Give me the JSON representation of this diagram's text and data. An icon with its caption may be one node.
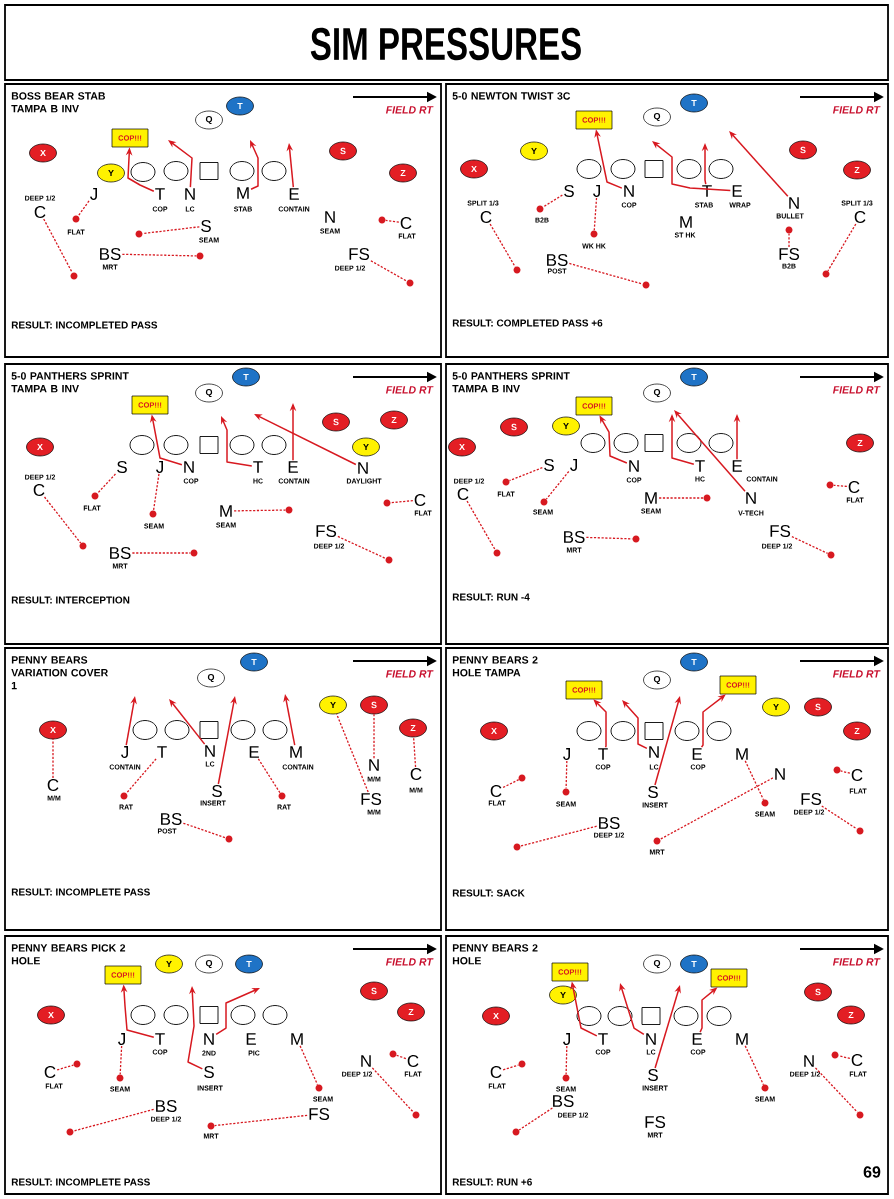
{
  "diagram": {
    "title": "SIM PRESSURES",
    "nodes": [
      {
        "text": [
          "BOSS BEAR STAB TAMPA B INV",
          "FIELD RT",
          "RESULT: INCOMPLETED PASS"
        ]
      },
      {
        "text": [
          "5-0 NEWTON TWIST 3C",
          "FIELD RT",
          "RESULT: COMPLETED PASS +6"
        ]
      },
      {
        "text": [
          "5-0 PANTHERS SPRINT TAMPA B INV",
          "FIELD RT",
          "RESULT: INTERCEPTION"
        ]
      },
      {
        "text": [
          "5-0 PANTHERS SPRINT TAMPA B INV",
          "FIELD RT",
          "RESULT: RUN -4"
        ]
      },
      {
        "text": [
          "PENNY BEARS VARIATION COVER 1",
          "FIELD RT",
          "RESULT: INCOMPLETE PASS"
        ]
      },
      {
        "text": [
          "PENNY BEARS 2 HOLE TAMPA",
          "FIELD RT",
          "RESULT: SACK"
        ]
      },
      {
        "text": [
          "PENNY BEARS PICK 2 HOLE",
          "FIELD RT",
          "RESULT: INCOMPLETE PASS"
        ]
      },
      {
        "text": [
          "PENNY BEARS 2 HOLE",
          "FIELD RT",
          "RESULT: RUN +6"
        ]
      },
      {
        "text": [
          "T"
        ],
        "in": 0
      },
      {
        "text": [
          "Q"
        ],
        "in": 0
      },
      {
        "text": [
          "COP!!!"
        ],
        "in": 0
      },
      {
        "text": [
          "X"
        ],
        "in": 0
      },
      {
        "text": [
          "S"
        ],
        "in": 0
      },
      {
        "text": [
          "Y"
        ],
        "in": 0
      },
      {
        "text": [],
        "shape": "ellipse",
        "in": 0
      },
      {
        "text": [],
        "shape": "ellipse",
        "in": 0
      },
      {
        "text": [],
        "shape": "box",
        "in": 0
      },
      {
        "text": [],
        "shape": "ellipse",
        "in": 0
      },
      {
        "text": [],
        "shape": "ellipse",
        "in": 0
      },
      {
        "text": [
          "Z"
        ],
        "in": 0
      },
      {
        "text": [
          "J"
        ],
        "in": 0
      },
      {
        "text": [
          "T"
        ],
        "beside": [
          "COP"
        ],
        "in": 0
      },
      {
        "text": [
          "N"
        ],
        "beside": [
          "LC"
        ],
        "in": 0
      },
      {
        "text": [
          "M"
        ],
        "beside": [
          "STAB"
        ],
        "in": 0
      },
      {
        "text": [
          "E"
        ],
        "beside": [
          "CONTAIN"
        ],
        "in": 0
      },
      {
        "text": [
          "C"
        ],
        "beside": [
          "DEEP 1/2"
        ],
        "in": 0
      },
      {
        "text": [],
        "shape": "dot",
        "beside": [
          "FLAT"
        ],
        "in": 0
      },
      {
        "text": [
          "N"
        ],
        "beside": [
          "SEAM"
        ],
        "in": 0
      },
      {
        "text": [],
        "shape": "dot",
        "in": 0
      },
      {
        "text": [
          "C"
        ],
        "beside": [
          "FLAT"
        ],
        "in": 0
      },
      {
        "text": [
          "S"
        ],
        "beside": [
          "SEAM"
        ],
        "in": 0
      },
      {
        "text": [],
        "shape": "dot",
        "in": 0
      },
      {
        "text": [
          "BS"
        ],
        "beside": [
          "MRT"
        ],
        "in": 0
      },
      {
        "text": [],
        "shape": "dot",
        "in": 0
      },
      {
        "text": [
          "FS"
        ],
        "beside": [
          "DEEP 1/2"
        ],
        "in": 0
      },
      {
        "text": [],
        "shape": "dot",
        "in": 0
      },
      {
        "text": [],
        "shape": "dot",
        "in": 0
      },
      {
        "text": [
          "T"
        ],
        "in": 1
      },
      {
        "text": [
          "Q"
        ],
        "in": 1
      },
      {
        "text": [
          "COP!!!"
        ],
        "in": 1
      },
      {
        "text": [
          "Y"
        ],
        "in": 1
      },
      {
        "text": [
          "S"
        ],
        "in": 1
      },
      {
        "text": [
          "X"
        ],
        "in": 1
      },
      {
        "text": [],
        "shape": "ellipse",
        "in": 1
      },
      {
        "text": [],
        "shape": "ellipse",
        "in": 1
      },
      {
        "text": [],
        "shape": "box",
        "in": 1
      },
      {
        "text": [],
        "shape": "ellipse",
        "in": 1
      },
      {
        "text": [],
        "shape": "ellipse",
        "in": 1
      },
      {
        "text": [
          "Z"
        ],
        "in": 1
      },
      {
        "text": [
          "S"
        ],
        "in": 1
      },
      {
        "text": [
          "J"
        ],
        "in": 1
      },
      {
        "text": [
          "N"
        ],
        "beside": [
          "COP"
        ],
        "in": 1
      },
      {
        "text": [
          "T"
        ],
        "beside": [
          "STAB"
        ],
        "in": 1
      },
      {
        "text": [
          "E"
        ],
        "beside": [
          "WRAP"
        ],
        "in": 1
      },
      {
        "text": [
          "N"
        ],
        "beside": [
          "BULLET"
        ],
        "in": 1
      },
      {
        "text": [
          "C"
        ],
        "beside": [
          "SPLIT 1/3"
        ],
        "in": 1
      },
      {
        "text": [
          "C"
        ],
        "beside": [
          "SPLIT 1/3"
        ],
        "in": 1
      },
      {
        "text": [],
        "shape": "dot",
        "beside": [
          "B2B"
        ],
        "in": 1
      },
      {
        "text": [
          "M"
        ],
        "beside": [
          "ST HK"
        ],
        "in": 1
      },
      {
        "text": [],
        "shape": "dot",
        "in": 1
      },
      {
        "text": [],
        "shape": "dot",
        "beside": [
          "WK HK"
        ],
        "in": 1
      },
      {
        "text": [
          "FS"
        ],
        "beside": [
          "B2B"
        ],
        "in": 1
      },
      {
        "text": [
          "BS"
        ],
        "beside": [
          "POST"
        ],
        "in": 1
      },
      {
        "text": [],
        "shape": "dot",
        "in": 1
      },
      {
        "text": [],
        "shape": "dot",
        "in": 1
      },
      {
        "text": [],
        "shape": "dot",
        "in": 1
      },
      {
        "text": [
          "T"
        ],
        "in": 2
      },
      {
        "text": [
          "Q"
        ],
        "in": 2
      },
      {
        "text": [
          "COP!!!"
        ],
        "in": 2
      },
      {
        "text": [
          "Z"
        ],
        "in": 2
      },
      {
        "text": [
          "S"
        ],
        "in": 2
      },
      {
        "text": [
          "X"
        ],
        "in": 2
      },
      {
        "text": [],
        "shape": "ellipse",
        "in": 2
      },
      {
        "text": [],
        "shape": "ellipse",
        "in": 2
      },
      {
        "text": [],
        "shape": "box",
        "in": 2
      },
      {
        "text": [],
        "shape": "ellipse",
        "in": 2
      },
      {
        "text": [],
        "shape": "ellipse",
        "in": 2
      },
      {
        "text": [
          "Y"
        ],
        "in": 2
      },
      {
        "text": [
          "S"
        ],
        "in": 2
      },
      {
        "text": [
          "J"
        ],
        "in": 2
      },
      {
        "text": [
          "N"
        ],
        "beside": [
          "COP"
        ],
        "in": 2
      },
      {
        "text": [
          "T"
        ],
        "beside": [
          "HC"
        ],
        "in": 2
      },
      {
        "text": [
          "E"
        ],
        "beside": [
          "CONTAIN"
        ],
        "in": 2
      },
      {
        "text": [
          "N"
        ],
        "beside": [
          "DAYLIGHT"
        ],
        "in": 2
      },
      {
        "text": [
          "C"
        ],
        "beside": [
          "DEEP 1/2"
        ],
        "in": 2
      },
      {
        "text": [],
        "shape": "dot",
        "beside": [
          "FLAT"
        ],
        "in": 2
      },
      {
        "text": [
          "C"
        ],
        "beside": [
          "FLAT"
        ],
        "in": 2
      },
      {
        "text": [],
        "shape": "dot",
        "in": 2
      },
      {
        "text": [
          "M"
        ],
        "beside": [
          "SEAM"
        ],
        "in": 2
      },
      {
        "text": [],
        "shape": "dot",
        "in": 2
      },
      {
        "text": [],
        "shape": "dot",
        "beside": [
          "SEAM"
        ],
        "in": 2
      },
      {
        "text": [
          "FS"
        ],
        "beside": [
          "DEEP 1/2"
        ],
        "in": 2
      },
      {
        "text": [],
        "shape": "dot",
        "in": 2
      },
      {
        "text": [
          "BS"
        ],
        "beside": [
          "MRT"
        ],
        "in": 2
      },
      {
        "text": [],
        "shape": "dot",
        "in": 2
      },
      {
        "text": [],
        "shape": "dot",
        "in": 2
      },
      {
        "text": [
          "T"
        ],
        "in": 3
      },
      {
        "text": [
          "Q"
        ],
        "in": 3
      },
      {
        "text": [
          "COP!!!"
        ],
        "in": 3
      },
      {
        "text": [
          "Y"
        ],
        "in": 3
      },
      {
        "text": [
          "S"
        ],
        "in": 3
      },
      {
        "text": [
          "Z"
        ],
        "in": 3
      },
      {
        "text": [
          "X"
        ],
        "in": 3
      },
      {
        "text": [],
        "shape": "ellipse",
        "in": 3
      },
      {
        "text": [],
        "shape": "ellipse",
        "in": 3
      },
      {
        "text": [],
        "shape": "box",
        "in": 3
      },
      {
        "text": [],
        "shape": "ellipse",
        "in": 3
      },
      {
        "text": [],
        "shape": "ellipse",
        "in": 3
      },
      {
        "text": [
          "S"
        ],
        "in": 3
      },
      {
        "text": [
          "J"
        ],
        "in": 3
      },
      {
        "text": [
          "N"
        ],
        "beside": [
          "COP"
        ],
        "in": 3
      },
      {
        "text": [
          "T"
        ],
        "beside": [
          "HC"
        ],
        "in": 3
      },
      {
        "text": [
          "E"
        ],
        "beside": [
          "CONTAIN"
        ],
        "in": 3
      },
      {
        "text": [],
        "shape": "dot",
        "beside": [
          "FLAT"
        ],
        "in": 3
      },
      {
        "text": [],
        "shape": "dot",
        "in": 3
      },
      {
        "text": [
          "C"
        ],
        "beside": [
          "FLAT"
        ],
        "in": 3
      },
      {
        "text": [
          "C"
        ],
        "beside": [
          "DEEP 1/2"
        ],
        "in": 3
      },
      {
        "text": [
          "M"
        ],
        "beside": [
          "SEAM"
        ],
        "in": 3
      },
      {
        "text": [],
        "shape": "dot",
        "in": 3
      },
      {
        "text": [
          "N"
        ],
        "beside": [
          "V-TECH"
        ],
        "in": 3
      },
      {
        "text": [],
        "shape": "dot",
        "beside": [
          "SEAM"
        ],
        "in": 3
      },
      {
        "text": [
          "FS"
        ],
        "beside": [
          "DEEP 1/2"
        ],
        "in": 3
      },
      {
        "text": [
          "BS"
        ],
        "beside": [
          "MRT"
        ],
        "in": 3
      },
      {
        "text": [],
        "shape": "dot",
        "in": 3
      },
      {
        "text": [],
        "shape": "dot",
        "in": 3
      },
      {
        "text": [],
        "shape": "dot",
        "in": 3
      },
      {
        "text": [
          "T"
        ],
        "in": 4
      },
      {
        "text": [
          "Q"
        ],
        "in": 4
      },
      {
        "text": [
          "Y"
        ],
        "in": 4
      },
      {
        "text": [
          "S"
        ],
        "in": 4
      },
      {
        "text": [
          "Z"
        ],
        "in": 4
      },
      {
        "text": [
          "X"
        ],
        "in": 4
      },
      {
        "text": [],
        "shape": "ellipse",
        "in": 4
      },
      {
        "text": [],
        "shape": "ellipse",
        "in": 4
      },
      {
        "text": [],
        "shape": "box",
        "in": 4
      },
      {
        "text": [],
        "shape": "ellipse",
        "in": 4
      },
      {
        "text": [],
        "shape": "ellipse",
        "in": 4
      },
      {
        "text": [
          "J"
        ],
        "beside": [
          "CONTAIN"
        ],
        "in": 4
      },
      {
        "text": [
          "T"
        ],
        "in": 4
      },
      {
        "text": [
          "N"
        ],
        "beside": [
          "LC"
        ],
        "in": 4
      },
      {
        "text": [
          "E"
        ],
        "in": 4
      },
      {
        "text": [
          "M"
        ],
        "beside": [
          "CONTAIN"
        ],
        "in": 4
      },
      {
        "text": [
          "N"
        ],
        "beside": [
          "M/M"
        ],
        "in": 4
      },
      {
        "text": [
          "C"
        ],
        "beside": [
          "M/M"
        ],
        "in": 4
      },
      {
        "text": [
          "C"
        ],
        "beside": [
          "M/M"
        ],
        "in": 4
      },
      {
        "text": [
          "S"
        ],
        "beside": [
          "INSERT"
        ],
        "in": 4
      },
      {
        "text": [],
        "shape": "dot",
        "beside": [
          "RAT"
        ],
        "in": 4
      },
      {
        "text": [],
        "shape": "dot",
        "beside": [
          "RAT"
        ],
        "in": 4
      },
      {
        "text": [
          "FS"
        ],
        "beside": [
          "M/M"
        ],
        "in": 4
      },
      {
        "text": [
          "BS"
        ],
        "beside": [
          "POST"
        ],
        "in": 4
      },
      {
        "text": [],
        "shape": "dot",
        "in": 4
      },
      {
        "text": [
          "T"
        ],
        "in": 5
      },
      {
        "text": [
          "Q"
        ],
        "in": 5
      },
      {
        "text": [
          "COP!!!"
        ],
        "in": 5
      },
      {
        "text": [
          "COP!!!"
        ],
        "in": 5
      },
      {
        "text": [
          "Y"
        ],
        "in": 5
      },
      {
        "text": [
          "S"
        ],
        "in": 5
      },
      {
        "text": [
          "X"
        ],
        "in": 5
      },
      {
        "text": [],
        "shape": "ellipse",
        "in": 5
      },
      {
        "text": [],
        "shape": "ellipse",
        "in": 5
      },
      {
        "text": [],
        "shape": "box",
        "in": 5
      },
      {
        "text": [],
        "shape": "ellipse",
        "in": 5
      },
      {
        "text": [],
        "shape": "ellipse",
        "in": 5
      },
      {
        "text": [
          "Z"
        ],
        "in": 5
      },
      {
        "text": [
          "J"
        ],
        "in": 5
      },
      {
        "text": [
          "T"
        ],
        "beside": [
          "COP"
        ],
        "in": 5
      },
      {
        "text": [
          "N"
        ],
        "beside": [
          "LC"
        ],
        "in": 5
      },
      {
        "text": [
          "E"
        ],
        "beside": [
          "COP"
        ],
        "in": 5
      },
      {
        "text": [
          "M"
        ],
        "in": 5
      },
      {
        "text": [],
        "shape": "dot",
        "in": 5
      },
      {
        "text": [
          "N"
        ],
        "in": 5
      },
      {
        "text": [
          "C"
        ],
        "beside": [
          "FLAT"
        ],
        "in": 5
      },
      {
        "text": [],
        "shape": "dot",
        "in": 5
      },
      {
        "text": [
          "C"
        ],
        "beside": [
          "FLAT"
        ],
        "in": 5
      },
      {
        "text": [],
        "shape": "dot",
        "beside": [
          "SEAM"
        ],
        "in": 5
      },
      {
        "text": [
          "S"
        ],
        "beside": [
          "INSERT"
        ],
        "in": 5
      },
      {
        "text": [
          "FS"
        ],
        "beside": [
          "DEEP 1/2"
        ],
        "in": 5
      },
      {
        "text": [],
        "shape": "dot",
        "beside": [
          "SEAM"
        ],
        "in": 5
      },
      {
        "text": [
          "BS"
        ],
        "beside": [
          "DEEP 1/2"
        ],
        "in": 5
      },
      {
        "text": [],
        "shape": "dot",
        "in": 5
      },
      {
        "text": [],
        "shape": "dot",
        "beside": [
          "MRT"
        ],
        "in": 5
      },
      {
        "text": [],
        "shape": "dot",
        "in": 5
      },
      {
        "text": [
          "Y"
        ],
        "in": 6
      },
      {
        "text": [
          "Q"
        ],
        "in": 6
      },
      {
        "text": [
          "T"
        ],
        "in": 6
      },
      {
        "text": [
          "COP!!!"
        ],
        "in": 6
      },
      {
        "text": [
          "S"
        ],
        "in": 6
      },
      {
        "text": [
          "Z"
        ],
        "in": 6
      },
      {
        "text": [
          "X"
        ],
        "in": 6
      },
      {
        "text": [],
        "shape": "ellipse",
        "in": 6
      },
      {
        "text": [],
        "shape": "ellipse",
        "in": 6
      },
      {
        "text": [],
        "shape": "box",
        "in": 6
      },
      {
        "text": [],
        "shape": "ellipse",
        "in": 6
      },
      {
        "text": [],
        "shape": "ellipse",
        "in": 6
      },
      {
        "text": [
          "J"
        ],
        "in": 6
      },
      {
        "text": [
          "T"
        ],
        "beside": [
          "COP"
        ],
        "in": 6
      },
      {
        "text": [
          "N"
        ],
        "beside": [
          "2ND"
        ],
        "in": 6
      },
      {
        "text": [
          "E"
        ],
        "beside": [
          "PIC"
        ],
        "in": 6
      },
      {
        "text": [
          "M"
        ],
        "in": 6
      },
      {
        "text": [],
        "shape": "dot",
        "in": 6
      },
      {
        "text": [
          "N"
        ],
        "beside": [
          "DEEP 1/2"
        ],
        "in": 6
      },
      {
        "text": [
          "C"
        ],
        "beside": [
          "FLAT"
        ],
        "in": 6
      },
      {
        "text": [],
        "shape": "dot",
        "in": 6
      },
      {
        "text": [
          "C"
        ],
        "beside": [
          "FLAT"
        ],
        "in": 6
      },
      {
        "text": [
          "S"
        ],
        "beside": [
          "INSERT"
        ],
        "in": 6
      },
      {
        "text": [],
        "shape": "dot",
        "beside": [
          "SEAM"
        ],
        "in": 6
      },
      {
        "text": [],
        "shape": "dot",
        "beside": [
          "SEAM"
        ],
        "in": 6
      },
      {
        "text": [
          "BS"
        ],
        "beside": [
          "DEEP 1/2"
        ],
        "in": 6
      },
      {
        "text": [
          "FS"
        ],
        "in": 6
      },
      {
        "text": [],
        "shape": "dot",
        "in": 6
      },
      {
        "text": [],
        "shape": "dot",
        "beside": [
          "MRT"
        ],
        "in": 6
      },
      {
        "text": [],
        "shape": "dot",
        "in": 6
      },
      {
        "text": [
          "Q"
        ],
        "in": 7
      },
      {
        "text": [
          "T"
        ],
        "in": 7
      },
      {
        "text": [
          "COP!!!"
        ],
        "in": 7
      },
      {
        "text": [
          "COP!!!"
        ],
        "in": 7
      },
      {
        "text": [
          "S"
        ],
        "in": 7
      },
      {
        "text": [
          "Y"
        ],
        "in": 7
      },
      {
        "text": [
          "Z"
        ],
        "in": 7
      },
      {
        "text": [
          "X"
        ],
        "in": 7
      },
      {
        "text": [],
        "shape": "ellipse",
        "in": 7
      },
      {
        "text": [],
        "shape": "ellipse",
        "in": 7
      },
      {
        "text": [],
        "shape": "box",
        "in": 7
      },
      {
        "text": [],
        "shape": "ellipse",
        "in": 7
      },
      {
        "text": [],
        "shape": "ellipse",
        "in": 7
      },
      {
        "text": [
          "J"
        ],
        "in": 7
      },
      {
        "text": [
          "T"
        ],
        "beside": [
          "COP"
        ],
        "in": 7
      },
      {
        "text": [
          "N"
        ],
        "beside": [
          "LC"
        ],
        "in": 7
      },
      {
        "text": [
          "E"
        ],
        "beside": [
          "COP"
        ],
        "in": 7
      },
      {
        "text": [
          "M"
        ],
        "in": 7
      },
      {
        "text": [],
        "shape": "dot",
        "in": 7
      },
      {
        "text": [
          "C"
        ],
        "beside": [
          "FLAT"
        ],
        "in": 7
      },
      {
        "text": [
          "N"
        ],
        "beside": [
          "DEEP 1/2"
        ],
        "in": 7
      },
      {
        "text": [],
        "shape": "dot",
        "in": 7
      },
      {
        "text": [
          "C"
        ],
        "beside": [
          "FLAT"
        ],
        "in": 7
      },
      {
        "text": [
          "S"
        ],
        "beside": [
          "INSERT"
        ],
        "in": 7
      },
      {
        "text": [],
        "shape": "dot",
        "beside": [
          "SEAM"
        ],
        "in": 7
      },
      {
        "text": [],
        "shape": "dot",
        "beside": [
          "SEAM"
        ],
        "in": 7
      },
      {
        "text": [
          "BS"
        ],
        "beside": [
          "DEEP 1/2"
        ],
        "in": 7
      },
      {
        "text": [],
        "shape": "dot",
        "in": 7
      },
      {
        "text": [
          "FS"
        ],
        "beside": [
          "MRT"
        ],
        "in": 7
      },
      {
        "text": [],
        "shape": "dot",
        "in": 7
      }
    ],
    "edges": [
      {
        "from": 21,
        "to": 10,
        "arrow": "to"
      },
      {
        "from": 22,
        "to": null,
        "arrow": "to"
      },
      {
        "from": 23,
        "to": null,
        "arrow": "to"
      },
      {
        "from": 24,
        "to": null,
        "arrow": "to"
      },
      {
        "from": 20,
        "to": 26,
        "arrow": "none",
        "style": "dashed"
      },
      {
        "from": 25,
        "to": 35,
        "arrow": "none",
        "style": "dashed"
      },
      {
        "from": 30,
        "to": 31,
        "arrow": "none",
        "style": "dashed"
      },
      {
        "from": 32,
        "to": 33,
        "arrow": "none",
        "style": "dashed"
      },
      {
        "from": 29,
        "to": 28,
        "arrow": "none",
        "style": "dashed"
      },
      {
        "from": 34,
        "to": 36,
        "arrow": "none",
        "style": "dashed"
      },
      {
        "from": 51,
        "to": 39,
        "arrow": "to"
      },
      {
        "from": 52,
        "to": null,
        "arrow": "to"
      },
      {
        "from": 53,
        "to": null,
        "arrow": "to"
      },
      {
        "from": 54,
        "to": null,
        "arrow": "to"
      },
      {
        "from": 49,
        "to": 57,
        "arrow": "none",
        "style": "dashed"
      },
      {
        "from": 50,
        "to": 60,
        "arrow": "none",
        "style": "dashed"
      },
      {
        "from": 55,
        "to": 63,
        "arrow": "none",
        "style": "dashed"
      },
      {
        "from": 62,
        "to": 65,
        "arrow": "none",
        "style": "dashed"
      },
      {
        "from": 61,
        "to": 59,
        "arrow": "none",
        "style": "dashed"
      },
      {
        "from": 56,
        "to": 64,
        "arrow": "none",
        "style": "dashed"
      },
      {
        "from": 80,
        "to": 68,
        "arrow": "to"
      },
      {
        "from": 81,
        "to": null,
        "arrow": "to"
      },
      {
        "from": 82,
        "to": null,
        "arrow": "to"
      },
      {
        "from": 83,
        "to": null,
        "arrow": "to"
      },
      {
        "from": 78,
        "to": 85,
        "arrow": "none",
        "style": "dashed"
      },
      {
        "from": 79,
        "to": 90,
        "arrow": "none",
        "style": "dashed"
      },
      {
        "from": 88,
        "to": 89,
        "arrow": "none",
        "style": "dashed"
      },
      {
        "from": 84,
        "to": 92,
        "arrow": "none",
        "style": "dashed"
      },
      {
        "from": 93,
        "to": 94,
        "arrow": "none",
        "style": "dashed"
      },
      {
        "from": 86,
        "to": 87,
        "arrow": "none",
        "style": "dashed"
      },
      {
        "from": 91,
        "to": 95,
        "arrow": "none",
        "style": "dashed"
      },
      {
        "from": 110,
        "to": 98,
        "arrow": "to"
      },
      {
        "from": 111,
        "to": null,
        "arrow": "to"
      },
      {
        "from": 112,
        "to": null,
        "arrow": "to"
      },
      {
        "from": 119,
        "to": null,
        "arrow": "to"
      },
      {
        "from": 108,
        "to": 113,
        "arrow": "none",
        "style": "dashed"
      },
      {
        "from": 109,
        "to": 120,
        "arrow": "none",
        "style": "dashed"
      },
      {
        "from": 117,
        "to": 118,
        "arrow": "none",
        "style": "dashed"
      },
      {
        "from": 116,
        "to": 124,
        "arrow": "none",
        "style": "dashed"
      },
      {
        "from": 122,
        "to": 123,
        "arrow": "none",
        "style": "dashed"
      },
      {
        "from": 115,
        "to": 114,
        "arrow": "none",
        "style": "dashed"
      },
      {
        "from": 121,
        "to": 125,
        "arrow": "none",
        "style": "dashed"
      },
      {
        "from": 137,
        "to": null,
        "arrow": "to"
      },
      {
        "from": 139,
        "to": null,
        "arrow": "to"
      },
      {
        "from": 145,
        "to": null,
        "arrow": "to"
      },
      {
        "from": 141,
        "to": null,
        "arrow": "to"
      },
      {
        "from": 144,
        "to": 131,
        "arrow": "none",
        "style": "dashed"
      },
      {
        "from": 148,
        "to": 128,
        "arrow": "none",
        "style": "dashed"
      },
      {
        "from": 142,
        "to": 129,
        "arrow": "none",
        "style": "dashed"
      },
      {
        "from": 143,
        "to": 130,
        "arrow": "none",
        "style": "dashed"
      },
      {
        "from": 138,
        "to": 146,
        "arrow": "none",
        "style": "dashed"
      },
      {
        "from": 140,
        "to": 147,
        "arrow": "none",
        "style": "dashed"
      },
      {
        "from": 149,
        "to": 150,
        "arrow": "none",
        "style": "dashed"
      },
      {
        "from": 165,
        "to": 154,
        "arrow": "to"
      },
      {
        "from": 166,
        "to": null,
        "arrow": "to"
      },
      {
        "from": 175,
        "to": null,
        "arrow": "to"
      },
      {
        "from": 167,
        "to": 153,
        "arrow": "to"
      },
      {
        "from": 164,
        "to": 174,
        "arrow": "none",
        "style": "dashed"
      },
      {
        "from": 173,
        "to": 172,
        "arrow": "none",
        "style": "dashed"
      },
      {
        "from": 168,
        "to": 177,
        "arrow": "none",
        "style": "dashed"
      },
      {
        "from": 170,
        "to": 180,
        "arrow": "none",
        "style": "dashed"
      },
      {
        "from": 178,
        "to": 181,
        "arrow": "none",
        "style": "dashed"
      },
      {
        "from": 171,
        "to": 169,
        "arrow": "none",
        "style": "dashed"
      },
      {
        "from": 176,
        "to": 179,
        "arrow": "none",
        "style": "dashed"
      },
      {
        "from": 195,
        "to": 185,
        "arrow": "to"
      },
      {
        "from": 204,
        "to": null,
        "arrow": "to"
      },
      {
        "from": 196,
        "to": null,
        "arrow": "to"
      },
      {
        "from": 194,
        "to": 205,
        "arrow": "none",
        "style": "dashed"
      },
      {
        "from": 203,
        "to": 202,
        "arrow": "none",
        "style": "dashed"
      },
      {
        "from": 198,
        "to": 206,
        "arrow": "none",
        "style": "dashed"
      },
      {
        "from": 201,
        "to": 199,
        "arrow": "none",
        "style": "dashed"
      },
      {
        "from": 200,
        "to": 209,
        "arrow": "none",
        "style": "dashed"
      },
      {
        "from": 207,
        "to": 211,
        "arrow": "none",
        "style": "dashed"
      },
      {
        "from": 208,
        "to": 210,
        "arrow": "none",
        "style": "dashed"
      },
      {
        "from": 226,
        "to": 214,
        "arrow": "to"
      },
      {
        "from": 227,
        "to": null,
        "arrow": "to"
      },
      {
        "from": 235,
        "to": null,
        "arrow": "to"
      },
      {
        "from": 228,
        "to": 215,
        "arrow": "to"
      },
      {
        "from": 225,
        "to": 236,
        "arrow": "none",
        "style": "dashed"
      },
      {
        "from": 234,
        "to": 233,
        "arrow": "none",
        "style": "dashed"
      },
      {
        "from": 229,
        "to": 237,
        "arrow": "none",
        "style": "dashed"
      },
      {
        "from": 231,
        "to": 230,
        "arrow": "none",
        "style": "dashed"
      },
      {
        "from": 232,
        "to": 239,
        "arrow": "none",
        "style": "dashed"
      },
      {
        "from": 238,
        "to": 241,
        "arrow": "none",
        "style": "dashed"
      }
    ],
    "labels": [
      "69"
    ]
  }
}
